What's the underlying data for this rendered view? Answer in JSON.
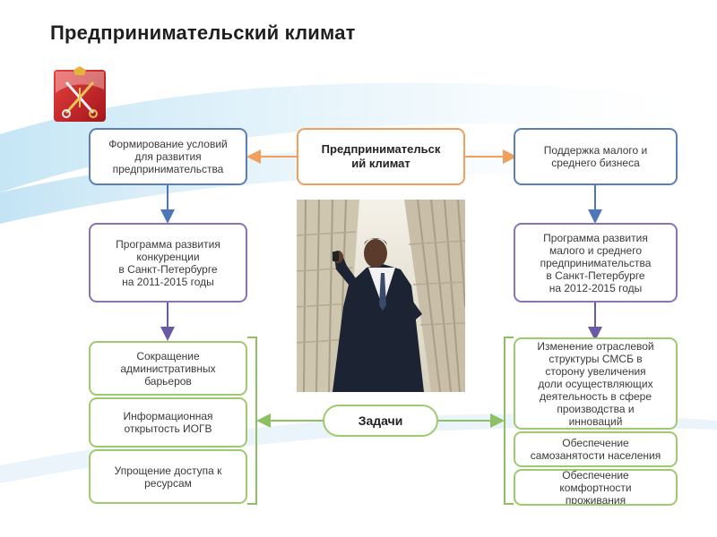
{
  "page": {
    "title": "Предпринимательский климат"
  },
  "center": {
    "label": "Предпринимательск\nий климат"
  },
  "left_column": {
    "top": "Формирование условий\nдля развития\nпредпринимательства",
    "program": "Программа развития\nконкуренции\nв Санкт-Петербурге\nна 2011-2015 годы",
    "tasks": [
      "Сокращение\nадминистративных\nбарьеров",
      "Информационная\nоткрытость ИОГВ",
      "Упрощение доступа к\nресурсам"
    ]
  },
  "right_column": {
    "top": "Поддержка малого и\nсреднего бизнеса",
    "program": "Программа развития\nмалого и среднего\nпредпринимательства\nв Санкт-Петербурге\nна 2012-2015 годы",
    "tasks": [
      "Изменение отраслевой\nструктуры СМСБ в\nсторону увеличения\nдоли осуществляющих\nдеятельность в сфере\nпроизводства и\nинноваций",
      "Обеспечение\nсамозанятости населения",
      "Обеспечение\nкомфортности\nпроживания"
    ]
  },
  "tasks_label": "Задачи",
  "colors": {
    "blue_border": "#5b7fb4",
    "orange_border": "#f0a05c",
    "purple_border": "#8a73b3",
    "green_border": "#9fc96e",
    "arrow_orange": "#f0a05c",
    "arrow_blue": "#4f77b8",
    "arrow_green": "#8cc063",
    "emblem_red": "#c9262c"
  },
  "icons": {
    "emblem": "st-petersburg-coat-of-arms-icon",
    "photo": "businessman-photo"
  }
}
